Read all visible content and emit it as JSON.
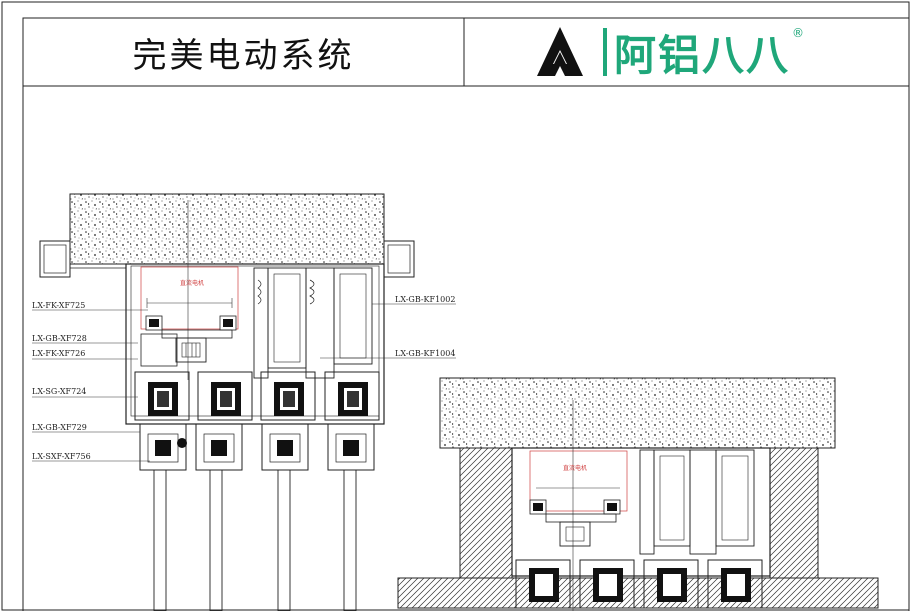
{
  "header": {
    "title": "完美电动系统",
    "brand_name": "阿铝八八",
    "brand_reg": "®"
  },
  "diagram_left": {
    "motor_label": "直流电机",
    "callouts": [
      {
        "id": "fk725",
        "text": "LX-FK-XF725"
      },
      {
        "id": "gb728",
        "text": "LX-GB-XF728"
      },
      {
        "id": "fk726",
        "text": "LX-FK-XF726"
      },
      {
        "id": "sg724",
        "text": "LX-SG-XF724"
      },
      {
        "id": "gb729",
        "text": "LX-GB-XF729"
      },
      {
        "id": "sxf756",
        "text": "LX-SXF-XF756"
      },
      {
        "id": "kf1002",
        "text": "LX-GB-KF1002"
      },
      {
        "id": "kf1004",
        "text": "LX-GB-KF1004"
      }
    ]
  },
  "diagram_right": {
    "motor_label": "直流电机"
  },
  "colors": {
    "brand_green": "#1fa77a",
    "line": "#222222",
    "motor_red": "#d04040"
  }
}
